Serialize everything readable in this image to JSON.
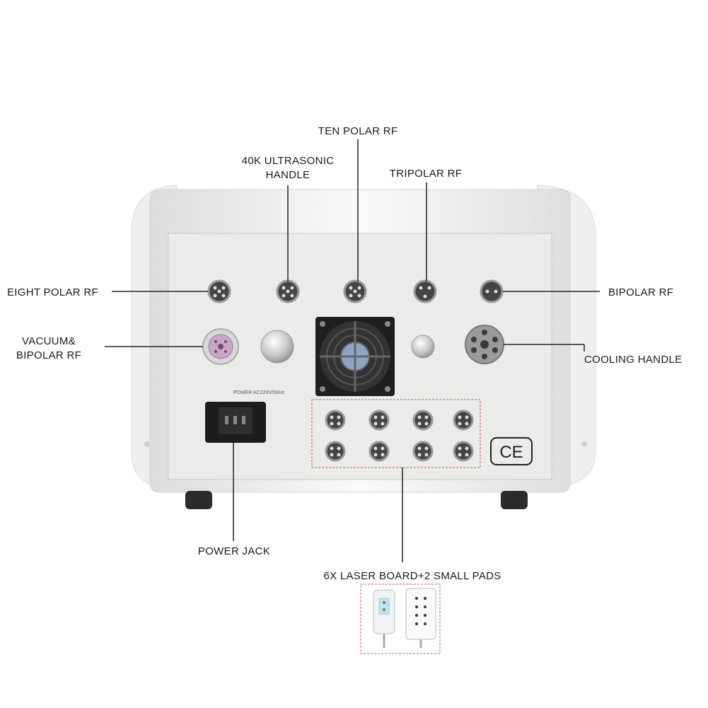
{
  "labels": {
    "ten_polar_rf": "TEN POLAR RF",
    "ultrasonic_line1": "40K ULTRASONIC",
    "ultrasonic_line2": "HANDLE",
    "tripolar_rf": "TRIPOLAR RF",
    "eight_polar_rf": "EIGHT POLAR RF",
    "bipolar_rf": "BIPOLAR RF",
    "vacuum_line1": "VACUUM&",
    "vacuum_line2": "BIPOLAR RF",
    "cooling_handle": "COOLING HANDLE",
    "power_jack": "POWER JACK",
    "laser_board": "6X LASER BOARD+2 SMALL PADS"
  },
  "device": {
    "power_plate_text": "POWER AC220V/50Hz",
    "ce_mark": "CE"
  },
  "colors": {
    "panel": "#ebebea",
    "body": "#f4f4f4",
    "dashed_box": "#d9534f",
    "vacuum_port": "#c9a6c6",
    "cooling_port": "#9a9a9a"
  }
}
